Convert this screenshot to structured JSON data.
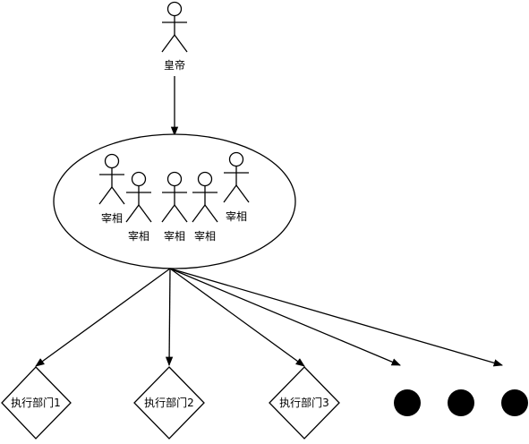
{
  "emperor": {
    "label": "皇帝"
  },
  "council": {
    "ministers": [
      {
        "label": "宰相"
      },
      {
        "label": "宰相"
      },
      {
        "label": "宰相"
      },
      {
        "label": "宰相"
      },
      {
        "label": "宰相"
      }
    ]
  },
  "departments": [
    {
      "label": "执行部门1"
    },
    {
      "label": "执行部门2"
    },
    {
      "label": "执行部门3"
    }
  ],
  "ellipsis_dots": 3,
  "colors": {
    "stroke": "#000000",
    "background": "#ffffff",
    "dot": "#000000"
  }
}
